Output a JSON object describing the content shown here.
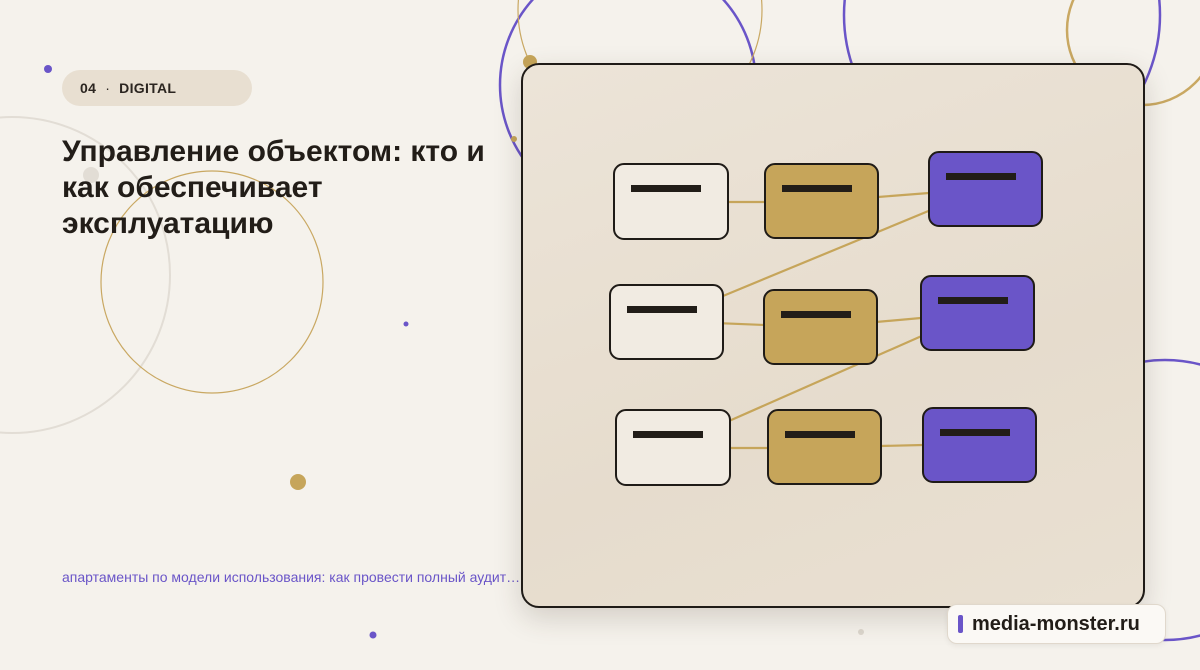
{
  "badge": {
    "number": "04",
    "separator": "·",
    "label": "DIGITAL"
  },
  "title": "Управление объектом: кто и как обеспечивает эксплуатацию",
  "subtitle": "апартаменты по модели использования: как провести полный аудит…",
  "brand": {
    "text": "media-monster.ru"
  },
  "colors": {
    "background": "#f5f2ec",
    "accent_purple": "#6a55c8",
    "accent_gold": "#c6a55a",
    "dark": "#221d18"
  },
  "diagram": {
    "rows": 3,
    "columns": [
      "light",
      "gold",
      "purple"
    ]
  }
}
